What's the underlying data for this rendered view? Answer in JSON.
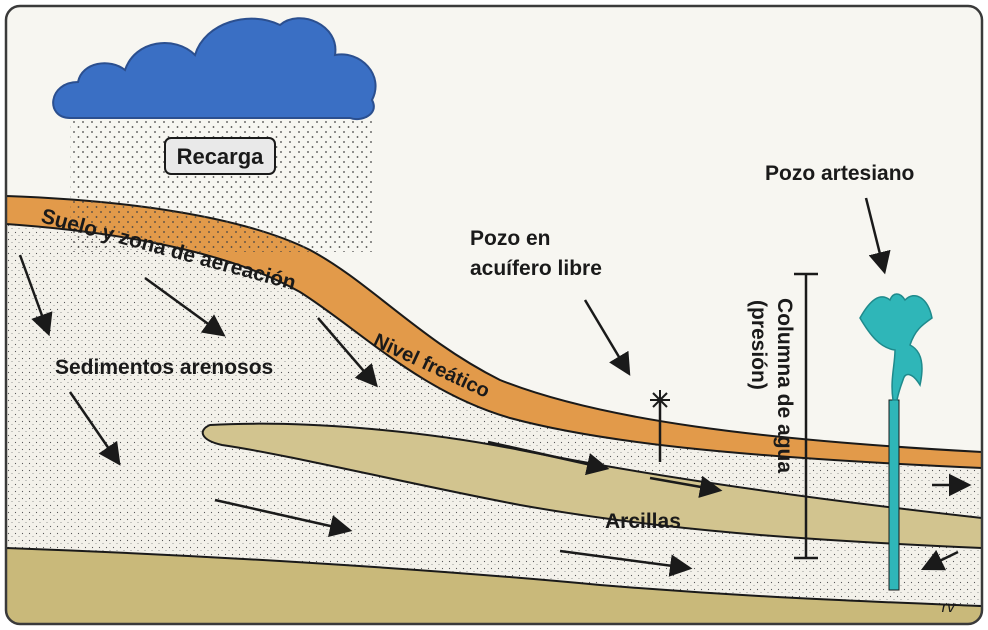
{
  "labels": {
    "recharge": "Recarga",
    "soil": "Suelo y zona de aereación",
    "sediments": "Sedimentos arenosos",
    "water_table": "Nivel freático",
    "free_well_line1": "Pozo en",
    "free_well_line2": "acuífero libre",
    "artesian_well": "Pozo artesiano",
    "water_column_line1": "Columna de agua",
    "water_column_line2": "(presión)",
    "clays": "Arcillas",
    "signature": "rv"
  },
  "colors": {
    "frame_bg": "#f7f6f1",
    "sky": "#f7f6f1",
    "cloud": "#3a6fc4",
    "soil": "#e29a4a",
    "sand": "#f3f1ea",
    "clay": "#d2c48f",
    "base": "#c9b97a",
    "water": "#2fb6b8",
    "ink": "#1a1a1a"
  },
  "icons": [
    "cloud-icon",
    "rain-icon",
    "arrow-icon",
    "fountain-icon",
    "well-icon"
  ]
}
